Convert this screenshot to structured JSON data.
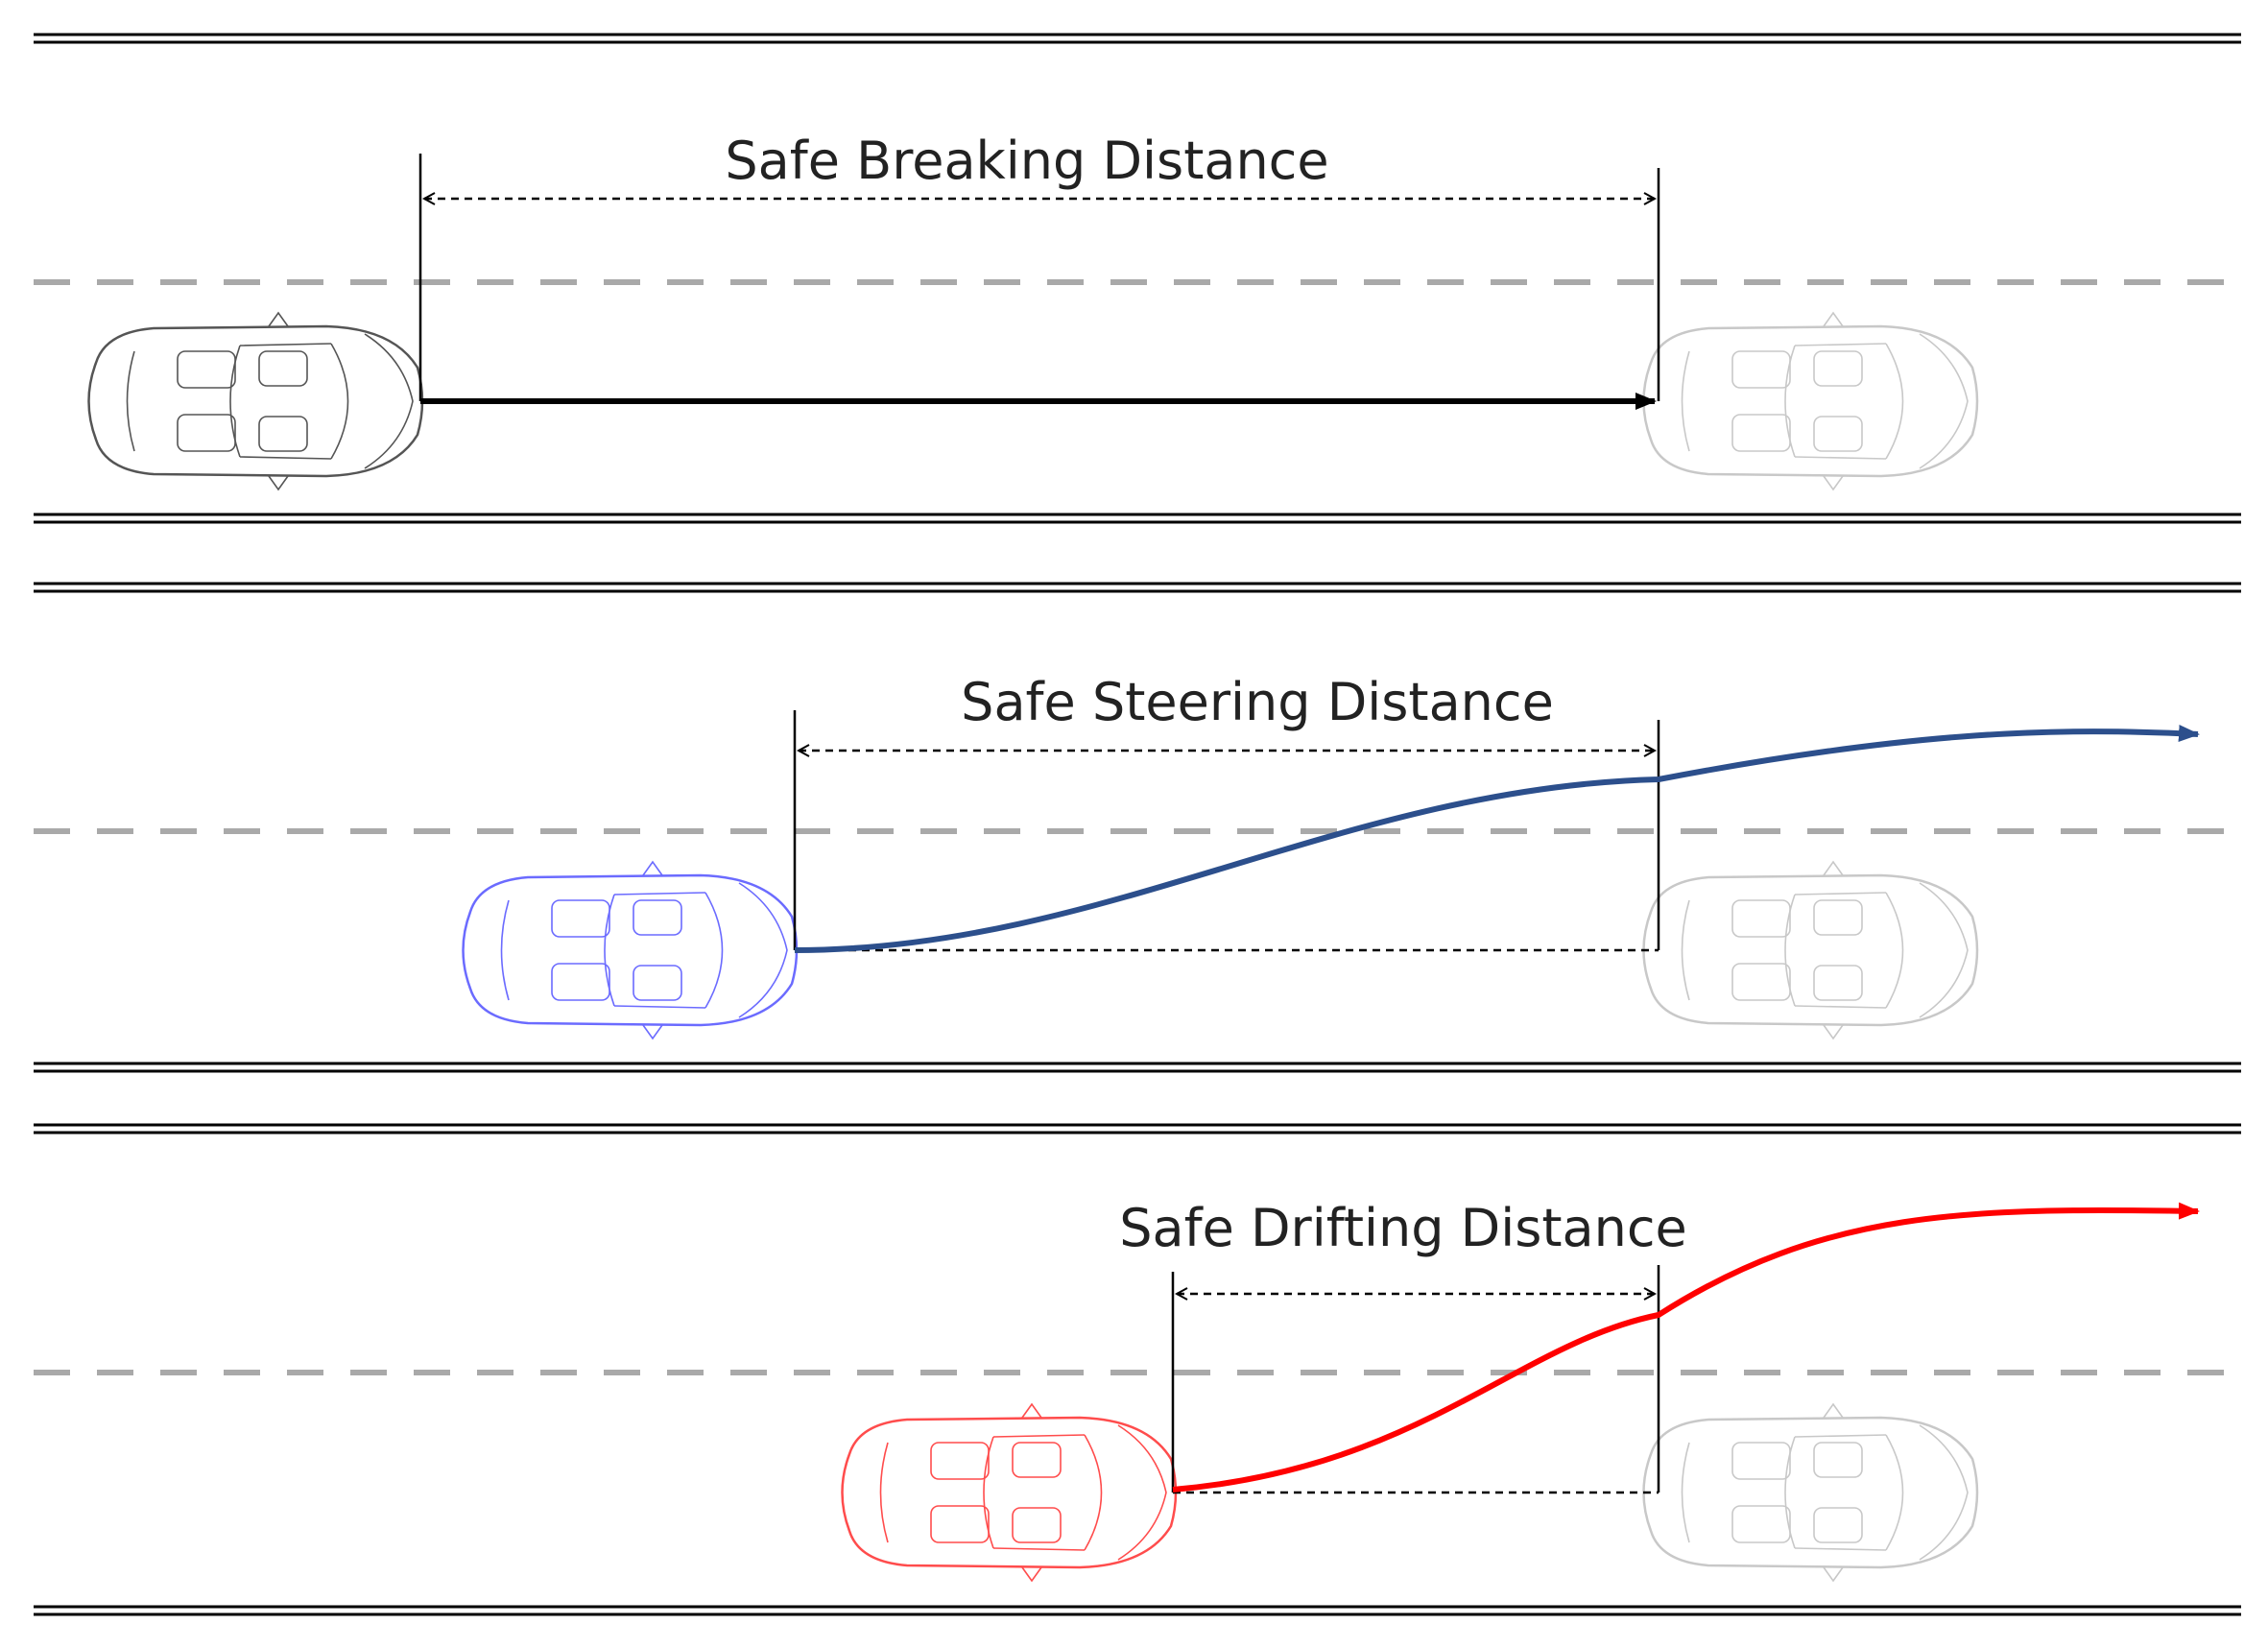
{
  "panels": [
    {
      "label": "Safe Breaking Distance",
      "maneuver": "braking",
      "ego_color": "#555555",
      "path_color": "#000000"
    },
    {
      "label": "Safe Steering Distance",
      "maneuver": "steering",
      "ego_color": "#6b6bff",
      "path_color": "#2c4f8c"
    },
    {
      "label": "Safe Drifting Distance",
      "maneuver": "drifting",
      "ego_color": "#ff4c4c",
      "path_color": "#ff0000"
    }
  ],
  "obstacle_color": "#c8c8c8",
  "lane_color": "#a9a9a9"
}
